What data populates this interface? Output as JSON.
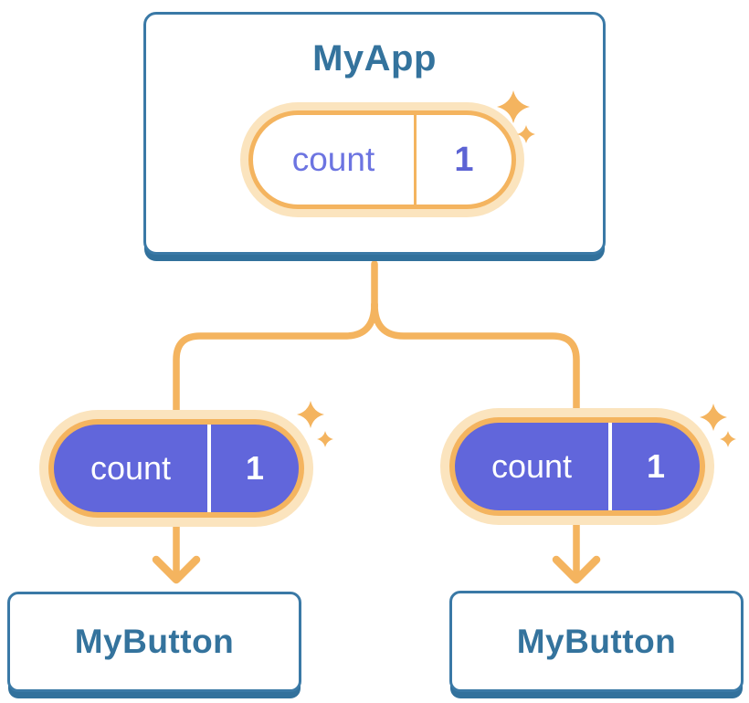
{
  "tree": {
    "root": {
      "title": "MyApp",
      "state": {
        "name": "count",
        "value": "1"
      }
    },
    "children": [
      {
        "title": "MyButton",
        "prop": {
          "name": "count",
          "value": "1"
        }
      },
      {
        "title": "MyButton",
        "prop": {
          "name": "count",
          "value": "1"
        }
      }
    ]
  },
  "icons": {
    "sparkle": "✦",
    "arrow_down": "↓"
  },
  "colors": {
    "card_border_blue": "#3A79A6",
    "card_bottom_edge_blue": "#32719C",
    "component_title_blue": "#34739D",
    "connector_orange": "#F4B45F",
    "pill_halo_orange": "#FBE4BE",
    "props_pill_purple": "#6166DB",
    "state_name_purple": "#6C74E1",
    "state_value_purple": "#5C63D4",
    "pill_background_white": "#FFFFFF"
  }
}
